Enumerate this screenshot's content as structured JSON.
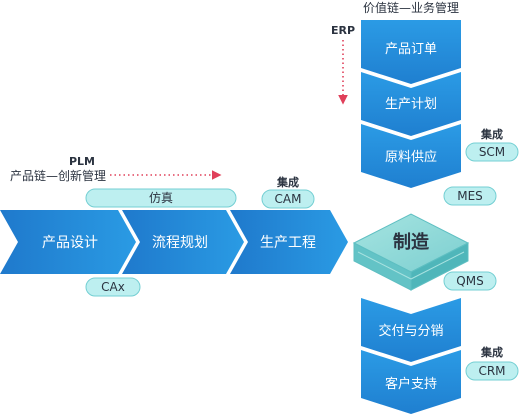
{
  "value_chain": {
    "title": "价值链—业务管理",
    "erp_label": "ERP",
    "top_steps": [
      "产品订单",
      "生产计划",
      "原料供应"
    ],
    "bottom_steps": [
      "交付与分销",
      "客户支持"
    ]
  },
  "plm": {
    "label": "PLM",
    "sublabel": "产品链—创新管理",
    "steps": [
      "产品设计",
      "流程规划",
      "生产工程"
    ]
  },
  "center": {
    "label": "制造"
  },
  "pills": {
    "simulation": "仿真",
    "cam": "CAM",
    "cax": "CAx",
    "mes": "MES",
    "qms": "QMS",
    "scm": "SCM",
    "crm": "CRM"
  },
  "integration_label": "集成",
  "colors": {
    "arrow_dark": "#1E7FD1",
    "arrow_light": "#2A9CE5",
    "pill_fill": "#BDEFF0",
    "pill_stroke": "#74CFD3",
    "cube_top": "#8ED9D8",
    "cube_side": "#63C3C6",
    "text_dark": "#2B3340",
    "dotted_red": "#E0405A"
  }
}
